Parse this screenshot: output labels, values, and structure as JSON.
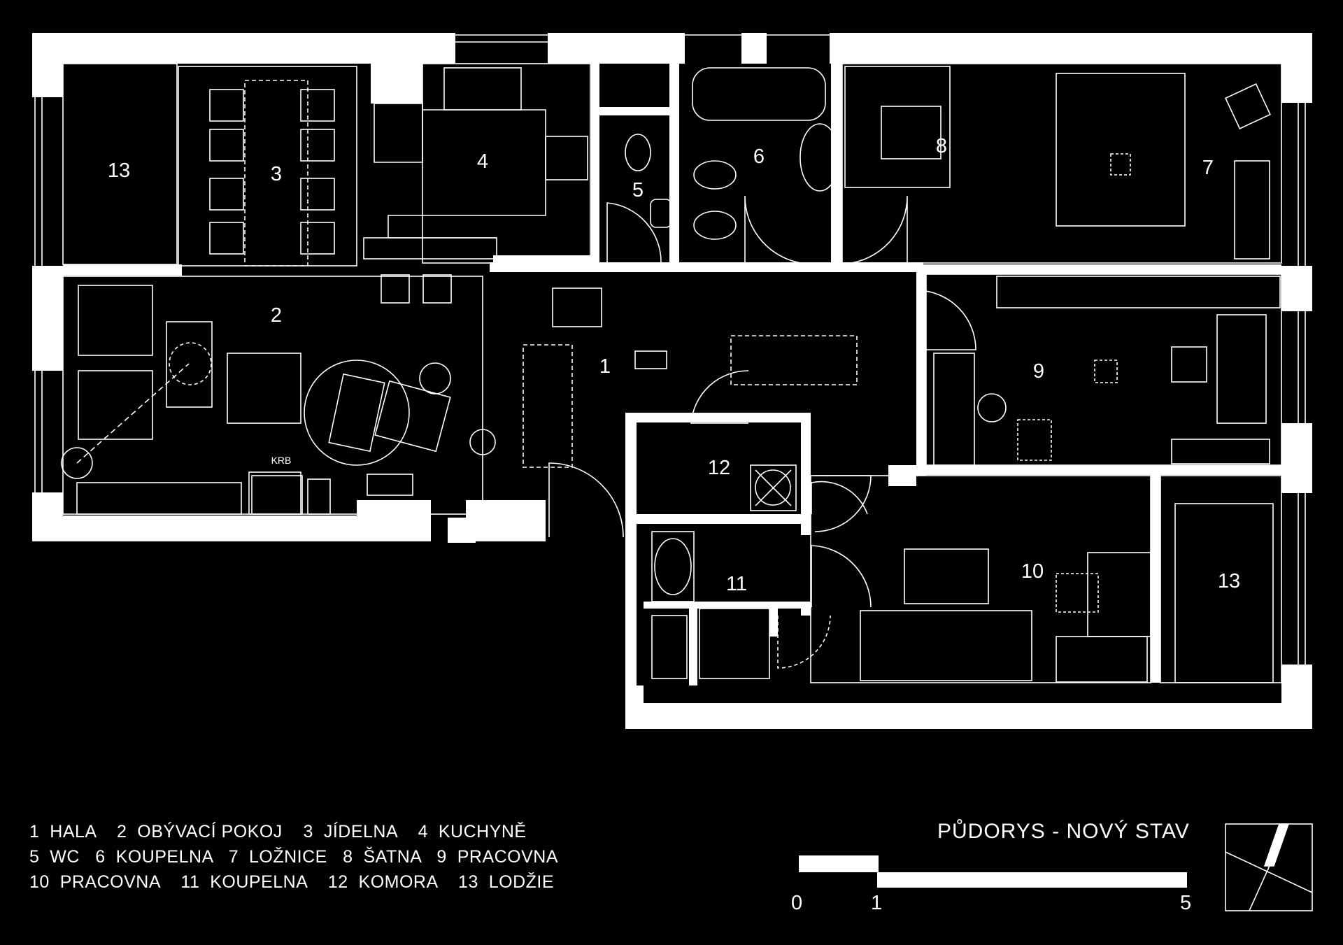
{
  "rooms": [
    {
      "id": "1",
      "num": "1"
    },
    {
      "id": "2",
      "num": "2"
    },
    {
      "id": "3",
      "num": "3"
    },
    {
      "id": "4",
      "num": "4"
    },
    {
      "id": "5",
      "num": "5"
    },
    {
      "id": "6",
      "num": "6"
    },
    {
      "id": "7",
      "num": "7"
    },
    {
      "id": "8",
      "num": "8"
    },
    {
      "id": "9",
      "num": "9"
    },
    {
      "id": "10",
      "num": "10"
    },
    {
      "id": "11",
      "num": "11"
    },
    {
      "id": "12",
      "num": "12"
    },
    {
      "id": "13a",
      "num": "13"
    },
    {
      "id": "13b",
      "num": "13"
    }
  ],
  "fireplace_label": "KRB",
  "legend": {
    "line1": "1  HALA    2  OBÝVACÍ POKOJ    3  JÍDELNA    4  KUCHYNĚ",
    "line2": "5  WC   6  KOUPELNA   7  LOŽNICE   8  ŠATNA   9  PRACOVNA",
    "line3": "10  PRACOVNA    11  KOUPELNA    12  KOMORA    13  LODŽIE"
  },
  "title": "PŮDORYS - NOVÝ STAV",
  "scale": {
    "labels": [
      "0",
      "1",
      "5"
    ],
    "unit_ticks": [
      0,
      1,
      5
    ]
  },
  "colors": {
    "background": "#000000",
    "walls": "#ffffff",
    "lines": "#ffffff"
  }
}
